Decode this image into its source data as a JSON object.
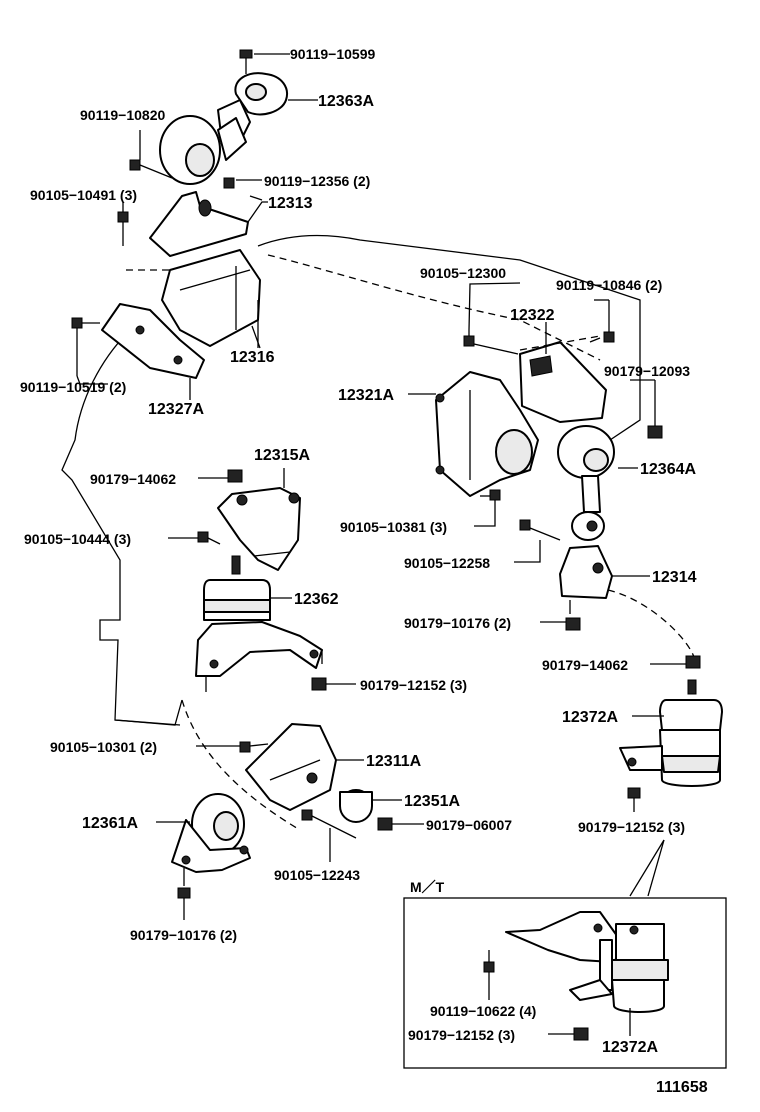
{
  "labels": {
    "p_90119_10599": "90119−10599",
    "p_12363A": "12363A",
    "p_90119_10820": "90119−10820",
    "p_90119_12356": "90119−12356 (2)",
    "p_90105_10491": "90105−10491 (3)",
    "p_12313": "12313",
    "p_12316": "12316",
    "p_90119_10519": "90119−10519 (2)",
    "p_12327A": "12327A",
    "p_90105_12300": "90105−12300",
    "p_90119_10846": "90119−10846 (2)",
    "p_12322": "12322",
    "p_90179_12093": "90179−12093",
    "p_12321A": "12321A",
    "p_12364A": "12364A",
    "p_90105_10381": "90105−10381 (3)",
    "p_90105_12258": "90105−12258",
    "p_12314": "12314",
    "p_90179_10176_r": "90179−10176 (2)",
    "p_90179_14062_r": "90179−14062",
    "p_12372A": "12372A",
    "p_90179_12152_r": "90179−12152 (3)",
    "p_12315A": "12315A",
    "p_90179_14062_l": "90179−14062",
    "p_90105_10444": "90105−10444 (3)",
    "p_12362": "12362",
    "p_90179_12152_c": "90179−12152 (3)",
    "p_90105_10301": "90105−10301 (2)",
    "p_12311A": "12311A",
    "p_12351A": "12351A",
    "p_12361A": "12361A",
    "p_90179_06007": "90179−06007",
    "p_90105_12243": "90105−12243",
    "p_90179_10176_l": "90179−10176 (2)",
    "mt_title": "M／T",
    "p_90119_10622": "90119−10622 (4)",
    "p_90179_12152_mt": "90179−12152 (3)",
    "p_12372A_mt": "12372A",
    "figure_number": "111658"
  }
}
